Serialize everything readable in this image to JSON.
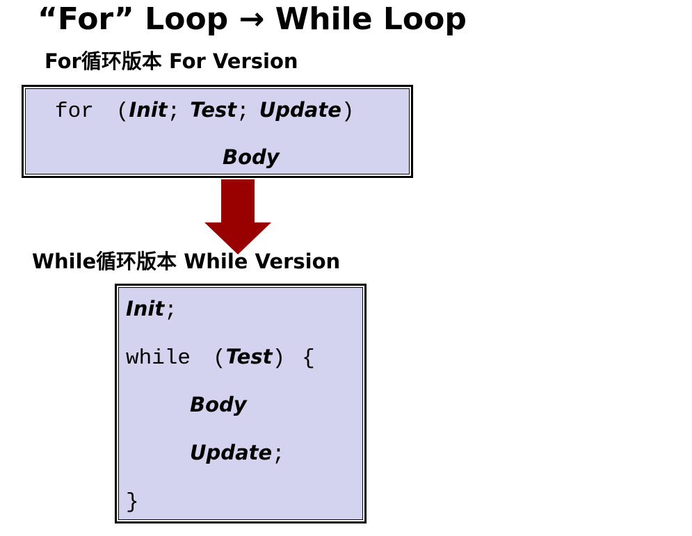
{
  "title": "“For” Loop → While Loop",
  "for_section": {
    "label": "For循环版本 For Version",
    "code": {
      "for_kw": "for",
      "open_paren": "(",
      "init": "Init",
      "semi1": ";",
      "test": "Test",
      "semi2": ";",
      "update": "Update",
      "close_paren": ")",
      "body": "Body"
    }
  },
  "while_section": {
    "label": "While循环版本 While Version",
    "code": {
      "init": "Init",
      "init_semi": ";",
      "while_kw": "while",
      "open_paren": "(",
      "test": "Test",
      "close_paren": ")",
      "open_brace": "{",
      "body": "Body",
      "update": "Update",
      "update_semi": ";",
      "close_brace": "}"
    }
  },
  "colors": {
    "box_fill": "#d3d3f0",
    "arrow": "#990000"
  },
  "icons": {
    "transform_arrow": "down-arrow-icon"
  }
}
